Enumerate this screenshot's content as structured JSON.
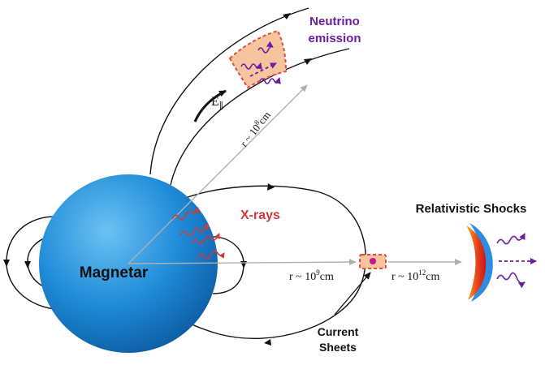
{
  "labels": {
    "magnetar": "Magnetar",
    "neutrino_line1": "Neutrino",
    "neutrino_line2": "emission",
    "xrays": "X-rays",
    "relativistic_shocks": "Relativistic Shocks",
    "current_line1": "Current",
    "current_line2": "Sheets",
    "e_field": "E",
    "e_field_subscript": "∥"
  },
  "radii": {
    "r8": {
      "prefix": "r ~ 10",
      "exp": "8",
      "unit": "cm"
    },
    "r9": {
      "prefix": "r ~ 10",
      "exp": "9",
      "unit": "cm"
    },
    "r12": {
      "prefix": "r ~ 10",
      "exp": "12",
      "unit": "cm"
    }
  },
  "colors": {
    "star": "#1a86d6",
    "star_light": "#5fb8ee",
    "star_dark": "#0a5fa8",
    "field_line": "#111111",
    "radius_line": "#b0b0b0",
    "xray": "#d03a3a",
    "neutrino": "#6a1fa0",
    "zone_fill": "#f7c4a0",
    "zone_border": "#e24a3a",
    "shock_red": "#e0301e",
    "shock_orange": "#f59a1b",
    "shock_blue": "#2f8de0"
  }
}
